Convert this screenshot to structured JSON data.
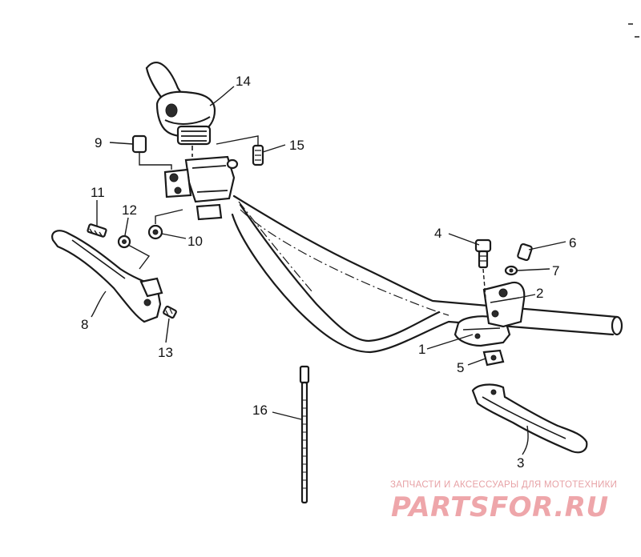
{
  "diagram": {
    "callouts": [
      {
        "id": "c1",
        "label": "1"
      },
      {
        "id": "c2",
        "label": "2"
      },
      {
        "id": "c3",
        "label": "3"
      },
      {
        "id": "c4",
        "label": "4"
      },
      {
        "id": "c5",
        "label": "5"
      },
      {
        "id": "c6",
        "label": "6"
      },
      {
        "id": "c7",
        "label": "7"
      },
      {
        "id": "c8",
        "label": "8"
      },
      {
        "id": "c9",
        "label": "9"
      },
      {
        "id": "c10",
        "label": "10"
      },
      {
        "id": "c11",
        "label": "11"
      },
      {
        "id": "c12",
        "label": "12"
      },
      {
        "id": "c13",
        "label": "13"
      },
      {
        "id": "c14",
        "label": "14"
      },
      {
        "id": "c15",
        "label": "15"
      },
      {
        "id": "c16",
        "label": "16"
      }
    ]
  },
  "watermark": {
    "tagline": "ЗАПЧАСТИ И АКСЕССУАРЫ ДЛЯ МОТОТЕХНИКИ",
    "logo": "PARTSFOR.RU",
    "color": "#e9a3a7"
  }
}
